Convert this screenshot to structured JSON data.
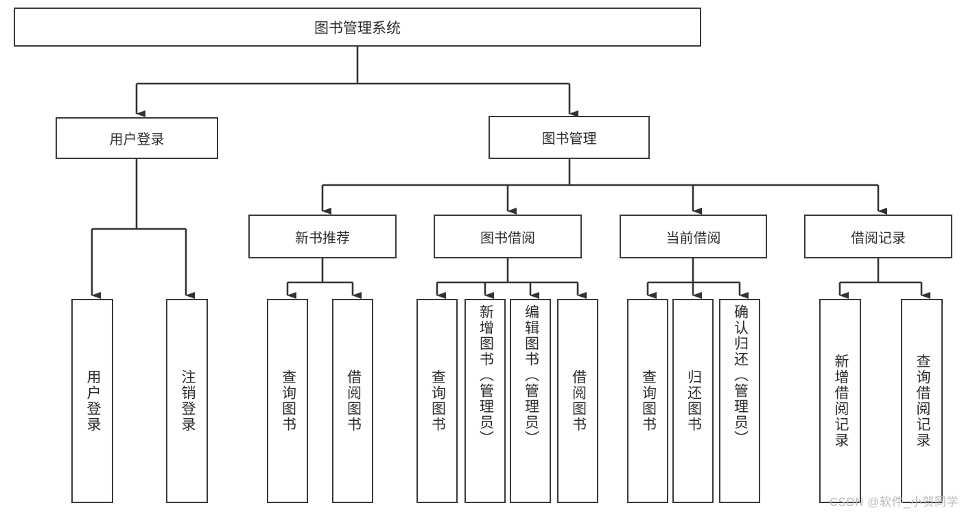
{
  "diagram": {
    "title": "图书管理系统",
    "type": "tree-structure-chart",
    "root": {
      "label": "图书管理系统"
    },
    "level2": [
      {
        "label": "用户登录"
      },
      {
        "label": "图书管理"
      }
    ],
    "level3": [
      {
        "label": "新书推荐"
      },
      {
        "label": "图书借阅"
      },
      {
        "label": "当前借阅"
      },
      {
        "label": "借阅记录"
      }
    ],
    "leaves": {
      "user_login": [
        {
          "label": "用户登录"
        },
        {
          "label": "注销登录"
        }
      ],
      "new_book_recommend": [
        {
          "label": "查询图书"
        },
        {
          "label": "借阅图书"
        }
      ],
      "book_borrow": [
        {
          "label": "查询图书"
        },
        {
          "label": "新增图书（管理员）"
        },
        {
          "label": "编辑图书（管理员）"
        },
        {
          "label": "借阅图书"
        }
      ],
      "current_borrow": [
        {
          "label": "查询图书"
        },
        {
          "label": "归还图书"
        },
        {
          "label": "确认归还（管理员）"
        }
      ],
      "borrow_record": [
        {
          "label": "新增借阅记录"
        },
        {
          "label": "查询借阅记录"
        }
      ]
    }
  },
  "watermark": {
    "text": "CSDN @软件_小贺同学"
  },
  "colors": {
    "box_border": "#3a3a3a",
    "box_fill": "#ffffff",
    "text": "#2b2b2b",
    "connector": "#333333",
    "watermark": "#b9b9b9"
  }
}
